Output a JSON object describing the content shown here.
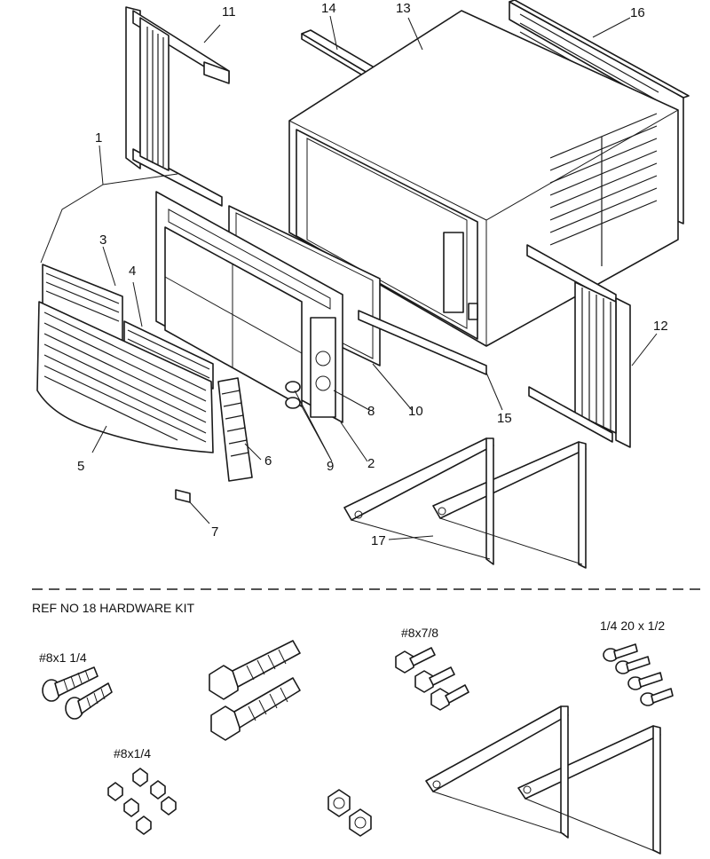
{
  "callouts": {
    "c1": "1",
    "c2": "2",
    "c3": "3",
    "c4": "4",
    "c5": "5",
    "c6": "6",
    "c7": "7",
    "c8": "8",
    "c9": "9",
    "c10": "10",
    "c11": "11",
    "c12": "12",
    "c13": "13",
    "c14": "14",
    "c15": "15",
    "c16": "16",
    "c17": "17"
  },
  "kit": {
    "heading": "REF NO 18 HARDWARE KIT",
    "screw_8x1_1_4": "#8x1 1/4",
    "screw_8x7_8": "#8x7/8",
    "bolt_1_4_20": "1/4 20 x 1/2",
    "screw_8x1_4": "#8x1/4"
  }
}
